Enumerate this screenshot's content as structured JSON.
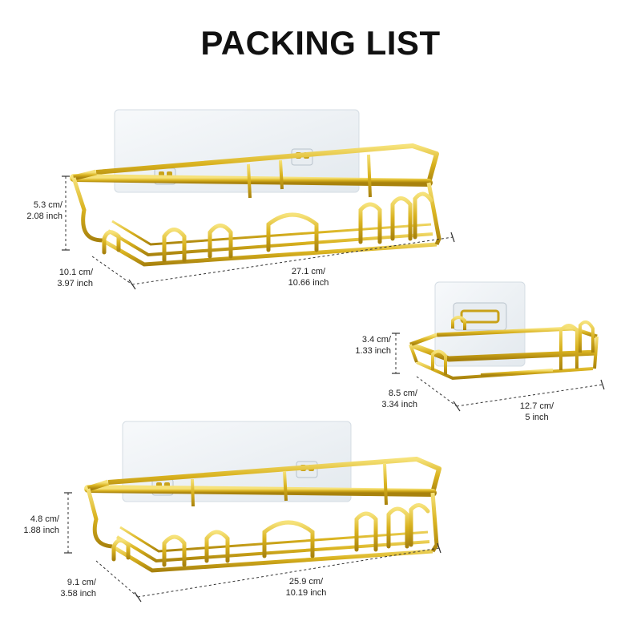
{
  "header": {
    "title": "PACKING LIST"
  },
  "colors": {
    "gold": "#D9B21F",
    "gold_dark": "#A8820D",
    "gold_light": "#F6E27A",
    "dim_line": "#333333",
    "plate": "#E9EEF2"
  },
  "items": [
    {
      "name": "large-shelf",
      "height": {
        "cm": "5.3 cm/",
        "inch": "2.08 inch"
      },
      "depth": {
        "cm": "10.1 cm/",
        "inch": "3.97 inch"
      },
      "length": {
        "cm": "27.1 cm/",
        "inch": "10.66 inch"
      }
    },
    {
      "name": "soap-dish",
      "height": {
        "cm": "3.4 cm/",
        "inch": "1.33 inch"
      },
      "depth": {
        "cm": "8.5 cm/",
        "inch": "3.34 inch"
      },
      "length": {
        "cm": "12.7 cm/",
        "inch": "5 inch"
      }
    },
    {
      "name": "medium-shelf",
      "height": {
        "cm": "4.8 cm/",
        "inch": "1.88 inch"
      },
      "depth": {
        "cm": "9.1 cm/",
        "inch": "3.58 inch"
      },
      "length": {
        "cm": "25.9 cm/",
        "inch": "10.19 inch"
      }
    }
  ]
}
